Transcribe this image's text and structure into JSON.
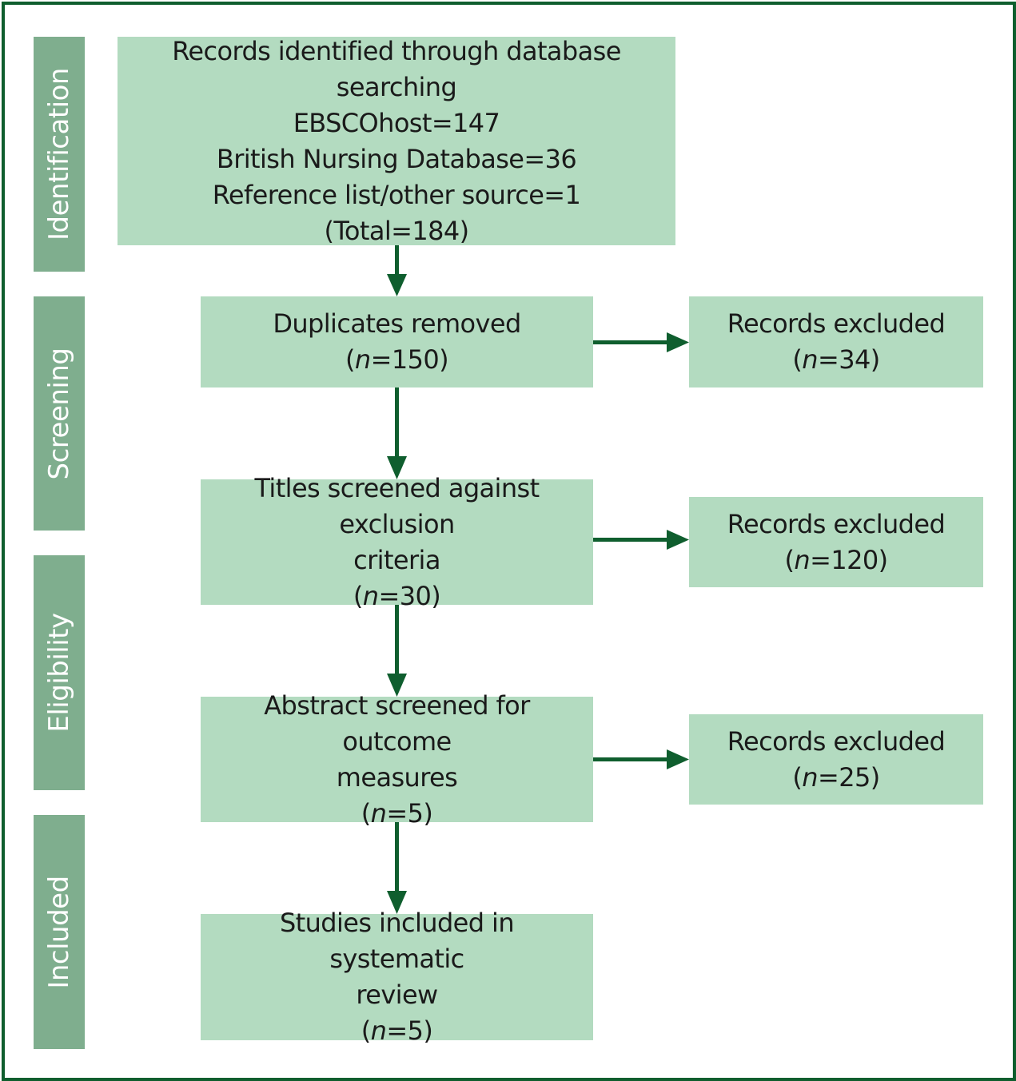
{
  "stages": [
    {
      "label": "Identification"
    },
    {
      "label": "Screening"
    },
    {
      "label": "Eligibility"
    },
    {
      "label": "Included"
    }
  ],
  "identification": {
    "lines": [
      "Records identified through database searching",
      "EBSCOhost=147",
      "British Nursing Database=36",
      "Reference list/other source=1",
      "(Total=184)"
    ]
  },
  "duplicates": {
    "title": "Duplicates removed",
    "n": "150"
  },
  "titles": {
    "title_line1": "Titles screened against exclusion",
    "title_line2": "criteria",
    "n": "30"
  },
  "abstracts": {
    "title_line1": "Abstract screened for outcome",
    "title_line2": "measures",
    "n": "5"
  },
  "included": {
    "title_line1": "Studies included in systematic",
    "title_line2": "review",
    "n": "5"
  },
  "excluded": [
    {
      "title": "Records excluded",
      "n": "34"
    },
    {
      "title": "Records excluded",
      "n": "120"
    },
    {
      "title": "Records excluded",
      "n": "25"
    }
  ],
  "n_symbol": "n",
  "colors": {
    "frame": "#0f5e2e",
    "stage": "#7fae8e",
    "box": "#b3dbc0",
    "arrow": "#0f5e2e"
  }
}
